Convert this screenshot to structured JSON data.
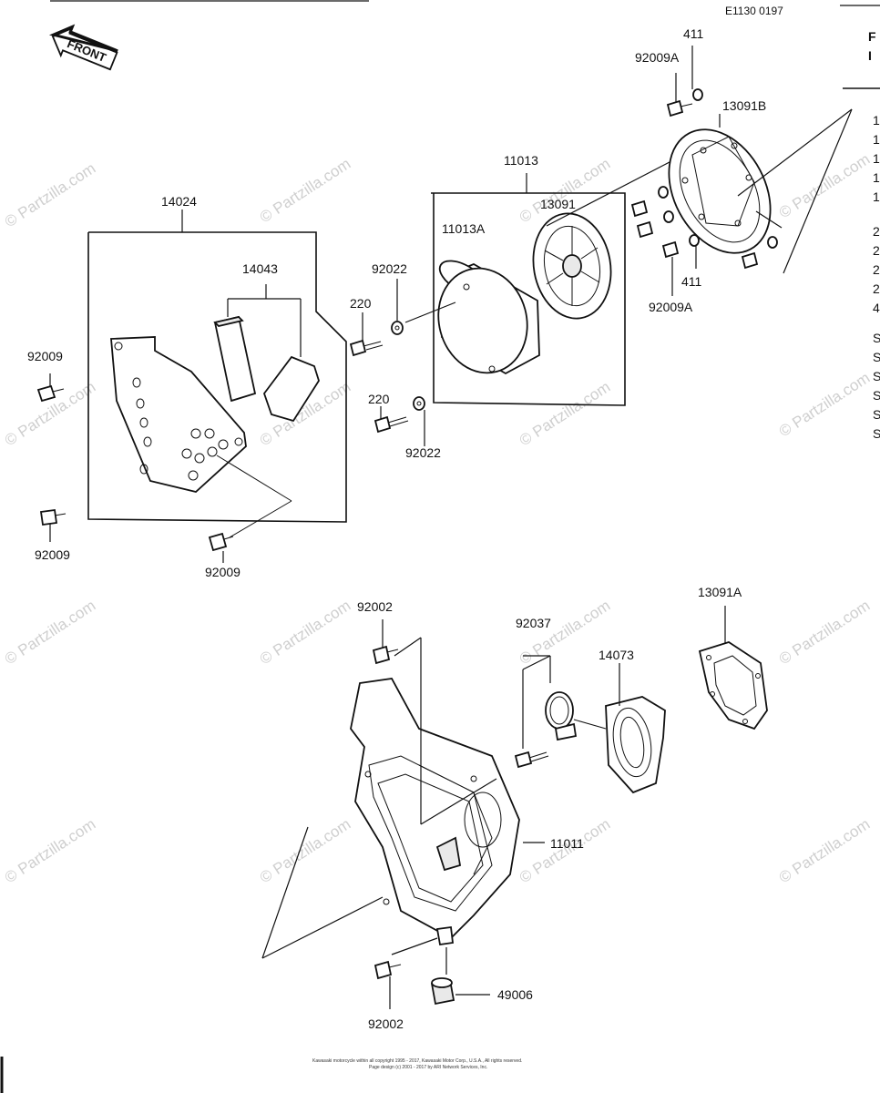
{
  "diagram_ref": "E1130 0197",
  "front_label": "FRONT",
  "watermark": "© Partzilla.com",
  "side_text": [
    "F",
    "I",
    "1",
    "1",
    "1",
    "1",
    "1",
    "2",
    "2",
    "2",
    "2",
    "4",
    "S",
    "S",
    "S",
    "S",
    "S",
    "S"
  ],
  "footer": {
    "line1": "Kawasaki motorcycle within all copyright 1995 - 2017, Kawasaki Motor Corp., U.S.A., All rights reserved.",
    "line2": "Page design (c) 2001 - 2017 by ARI Network Services, Inc."
  },
  "labels": {
    "p411_top": "411",
    "p92009A_top": "92009A",
    "p13091B": "13091B",
    "p11013": "11013",
    "p13091": "13091",
    "p11013A": "11013A",
    "p14024": "14024",
    "p14043": "14043",
    "p92022_top": "92022",
    "p220_top": "220",
    "p92009_left": "92009",
    "p220_bottom": "220",
    "p92022_bottom": "92022",
    "p411_bottom": "411",
    "p92009A_bottom": "92009A",
    "p92009_bl": "92009",
    "p92009_bm": "92009",
    "p92002_top": "92002",
    "p92037": "92037",
    "p14073": "14073",
    "p13091A": "13091A",
    "p11011": "11011",
    "p49006": "49006",
    "p92002_bottom": "92002"
  }
}
